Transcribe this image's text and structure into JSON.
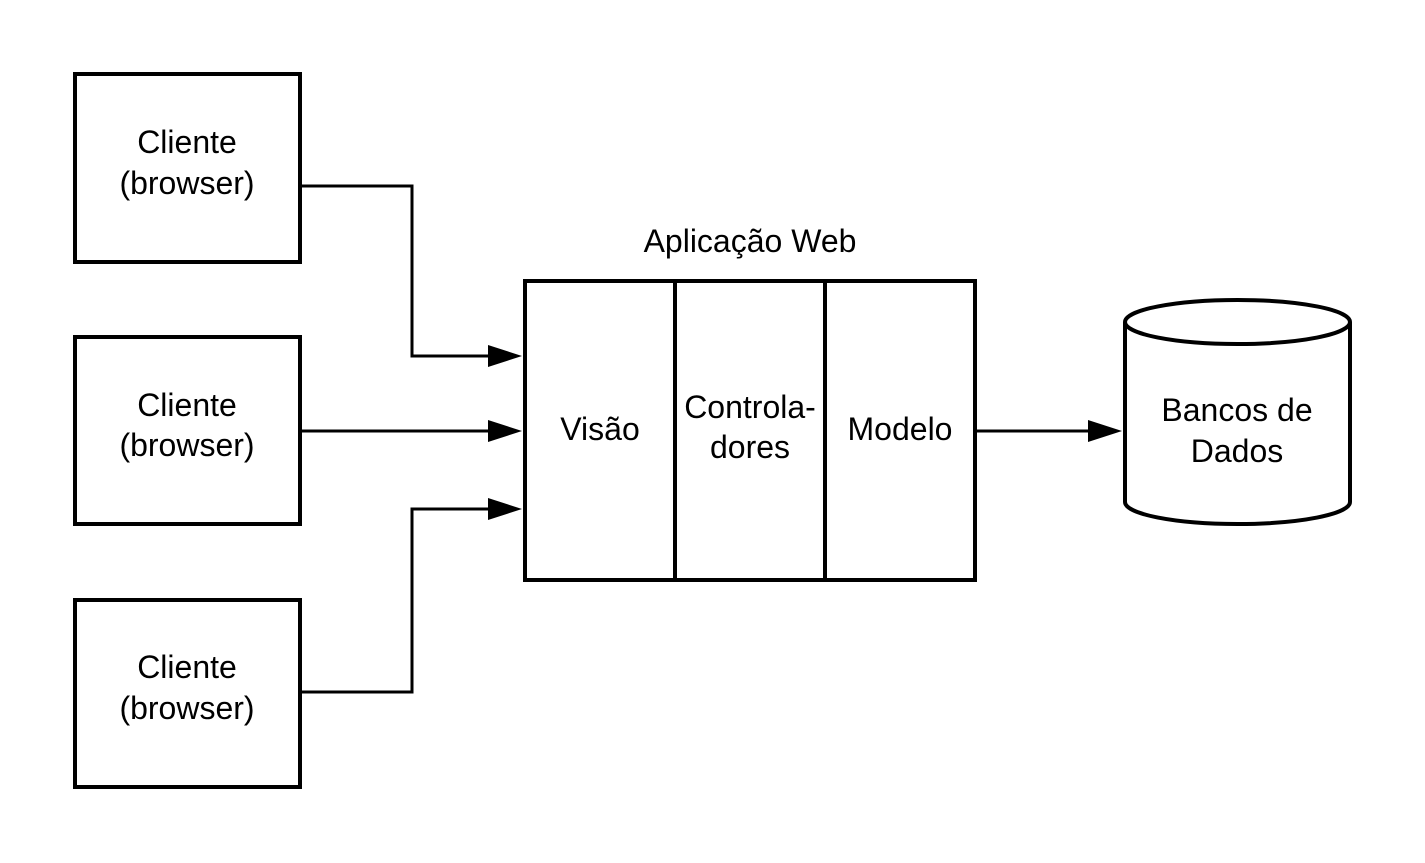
{
  "clients": [
    {
      "line1": "Cliente",
      "line2": "(browser)"
    },
    {
      "line1": "Cliente",
      "line2": "(browser)"
    },
    {
      "line1": "Cliente",
      "line2": "(browser)"
    }
  ],
  "web_app": {
    "title": "Aplicação Web",
    "layers": {
      "view": "Visão",
      "controllers_line1": "Controla-",
      "controllers_line2": "dores",
      "model": "Modelo"
    }
  },
  "database": {
    "line1": "Bancos de",
    "line2": "Dados"
  },
  "colors": {
    "stroke": "#000000",
    "background": "#ffffff"
  }
}
